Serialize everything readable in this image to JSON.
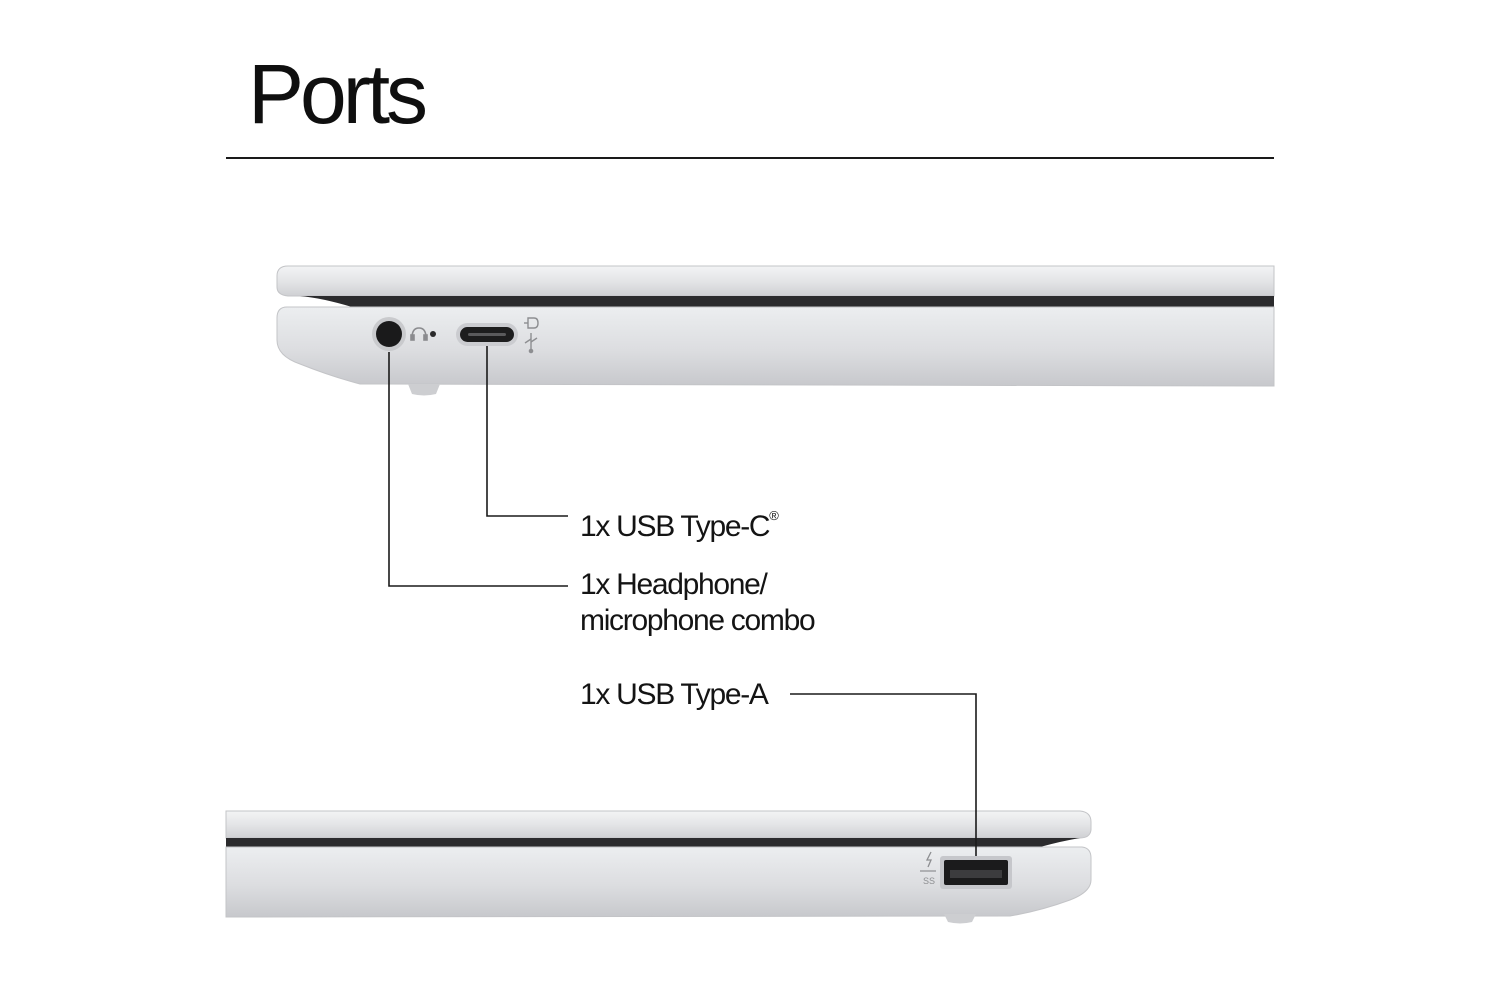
{
  "title": "Ports",
  "ports": {
    "usb_c": {
      "label": "1x USB Type-C",
      "mark": "®"
    },
    "audio": {
      "line1": "1x Headphone/",
      "line2": "microphone combo"
    },
    "usb_a": {
      "label": "1x USB Type-A"
    }
  },
  "port_markings": {
    "usb_a_logo": "SS"
  },
  "colors": {
    "background": "#ffffff",
    "text": "#111111",
    "chassis": "#d8d9dc",
    "chassis_highlight": "#eeeff1",
    "gap": "#2a2a2c",
    "callout_line": "#1a1a1a"
  },
  "icons": [
    "headphone-icon",
    "usb-icon",
    "displayport-icon",
    "superspeed-usb-icon",
    "charging-bolt-icon"
  ]
}
